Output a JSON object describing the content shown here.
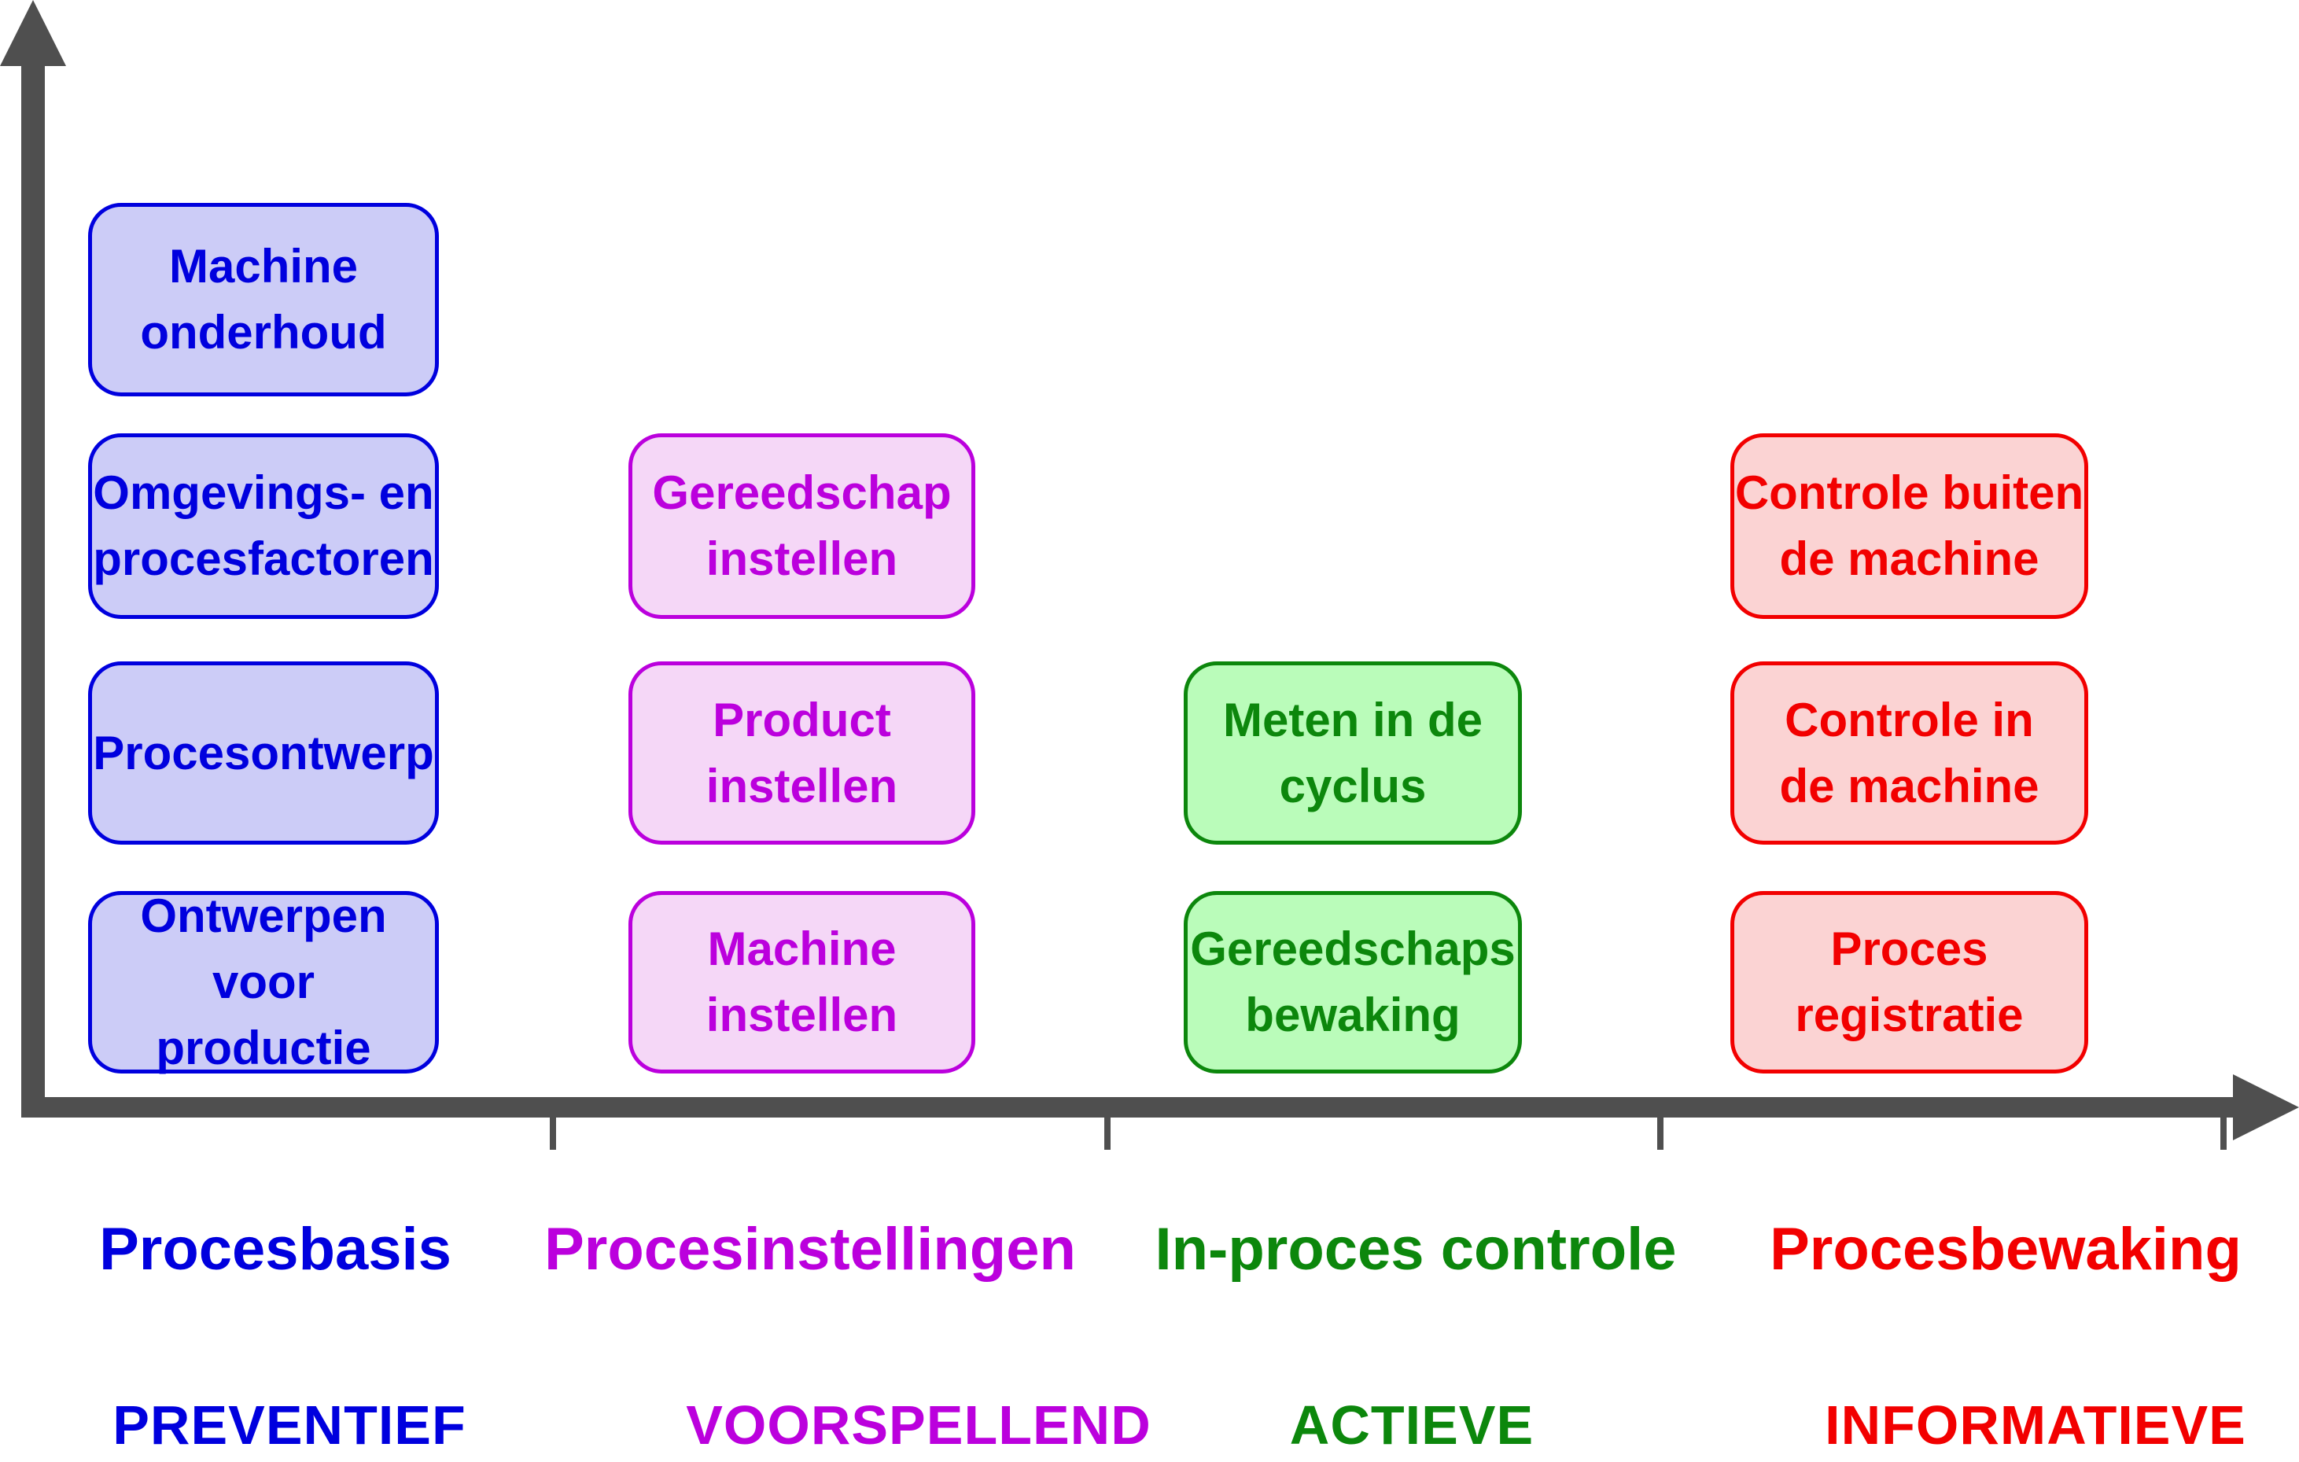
{
  "diagram": {
    "colors": {
      "blue": "#0000DE",
      "blue_fill": "#CCCCF7",
      "magenta": "#BB00DD",
      "magenta_fill": "#F5D7F7",
      "green": "#0C870C",
      "green_fill": "#BAFCBA",
      "red": "#F20000",
      "red_fill": "#FBD3D3",
      "axis": "#4F4F4F"
    },
    "boxes": {
      "machine_onderhoud": {
        "line1": "Machine",
        "line2": "onderhoud"
      },
      "omgevings_factoren": {
        "line1": "Omgevings- en",
        "line2": "procesfactoren"
      },
      "procesontwerp": {
        "line1": "Procesontwerp",
        "line2": ""
      },
      "ontwerpen_productie": {
        "line1": "Ontwerpen voor",
        "line2": "productie"
      },
      "gereedschap_instellen": {
        "line1": "Gereedschap",
        "line2": "instellen"
      },
      "product_instellen": {
        "line1": "Product",
        "line2": "instellen"
      },
      "machine_instellen": {
        "line1": "Machine",
        "line2": "instellen"
      },
      "meten_in_de_cyclus": {
        "line1": "Meten in de",
        "line2": "cyclus"
      },
      "gereedschaps_bewaking": {
        "line1": "Gereedschaps",
        "line2": "bewaking"
      },
      "controle_buiten": {
        "line1": "Controle buiten",
        "line2": "de machine"
      },
      "controle_in": {
        "line1": "Controle in",
        "line2": "de machine"
      },
      "proces_registratie": {
        "line1": "Proces",
        "line2": "registratie"
      }
    },
    "category_labels": {
      "procesbasis": "Procesbasis",
      "procesinstellingen": "Procesinstellingen",
      "inproces_controle": "In-proces controle",
      "procesbewaking": "Procesbewaking"
    },
    "type_labels": {
      "preventief": "PREVENTIEF",
      "voorspellend": "VOORSPELLEND",
      "actieve": "ACTIEVE",
      "informatieve": "INFORMATIEVE"
    }
  }
}
